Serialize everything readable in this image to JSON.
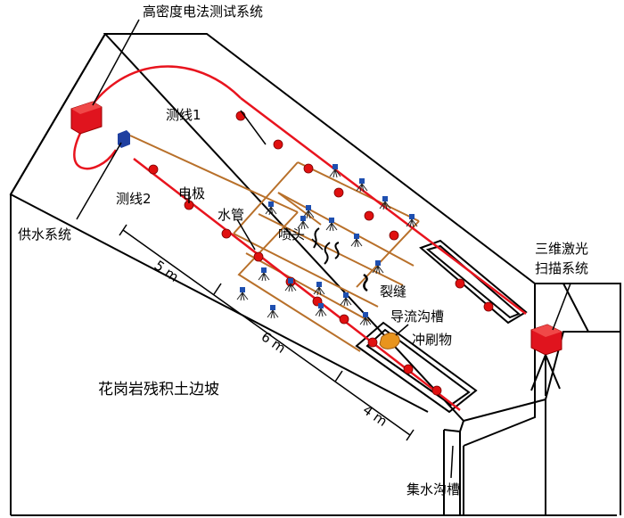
{
  "labels": {
    "resistivity_system": "高密度电法测试系统",
    "line1": "测线1",
    "line2": "测线2",
    "electrode": "电极",
    "water_pipe": "水管",
    "water_supply": "供水系统",
    "nozzle": "喷头",
    "crack": "裂缝",
    "diversion_trench": "导流沟槽",
    "scour": "冲刷物",
    "laser_scanner": [
      "三维激光",
      "扫描系统"
    ],
    "slope": "花岗岩残积土边坡",
    "collection_trench": "集水沟槽",
    "dim_5m": "5 m",
    "dim_6m": "6 m",
    "dim_4m": "4 m"
  },
  "colors": {
    "cable": "#e8141e",
    "electrode": "#e01010",
    "pipe": "#b8702a",
    "nozzle": "#1e4fb0",
    "scour": "#e8941e",
    "instrument": "#e0141e",
    "pump": "#1f3fa0",
    "outline": "#000000"
  },
  "icons": {
    "nozzle": "sprinkler-nozzle-icon",
    "crack": "crack-squiggle-icon",
    "instrument": "red-box-icon",
    "scanner": "tripod-scanner-icon"
  }
}
